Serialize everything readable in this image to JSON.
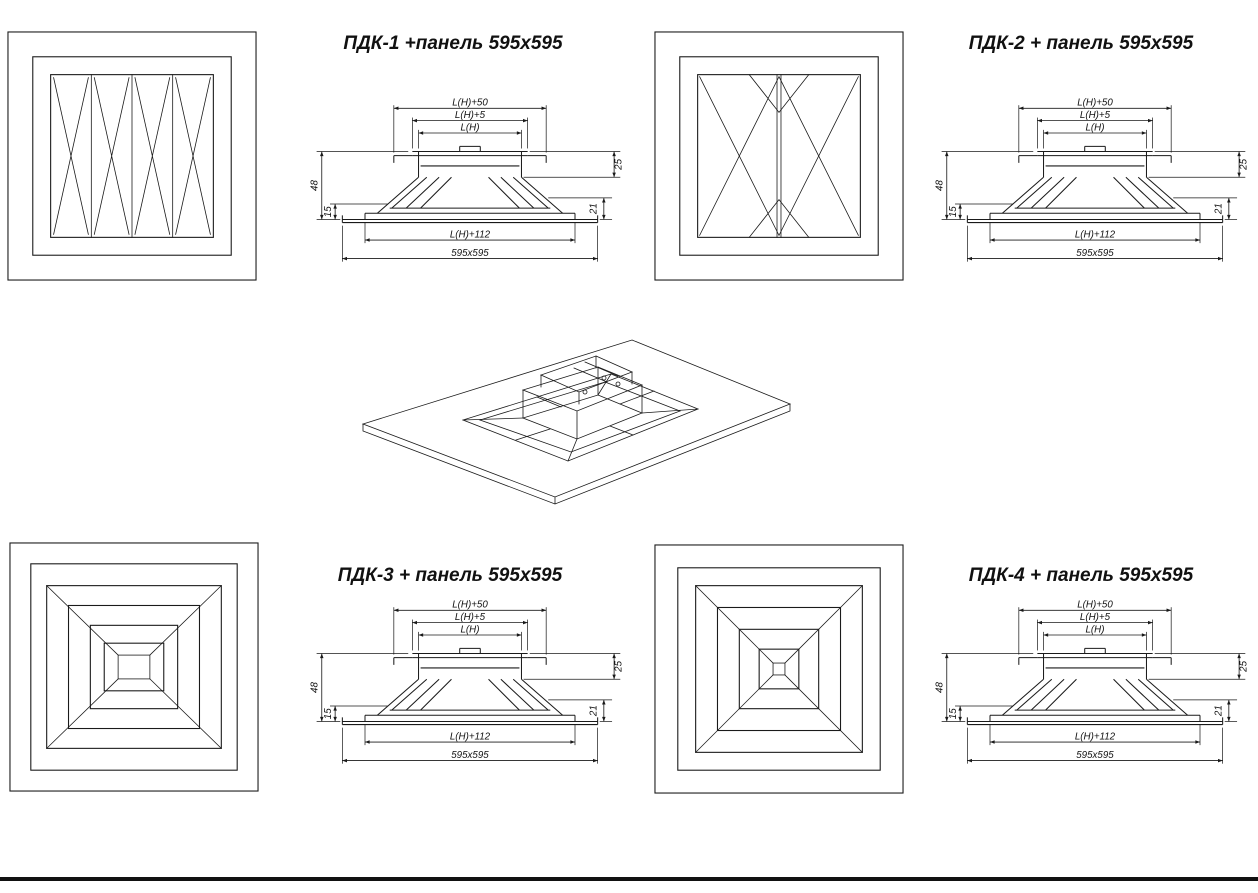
{
  "drawing": {
    "background": "#ffffff",
    "line_color": "#1a1a1a"
  },
  "panels": [
    {
      "id": "pdk1",
      "title": "ПДК-1 +панель 595х595"
    },
    {
      "id": "pdk2",
      "title": "ПДК-2 + панель 595х595"
    },
    {
      "id": "pdk3",
      "title": "ПДК-3 + панель 595х595"
    },
    {
      "id": "pdk4",
      "title": "ПДК-4 + панель 595х595"
    }
  ],
  "dimensions": {
    "top1": "L(H)+50",
    "top2": "L(H)+5",
    "top3": "L(H)",
    "bottom1": "L(H)+112",
    "bottom2": "595х595",
    "left1": "48",
    "left2": "15",
    "right1": "25",
    "right2": "21"
  }
}
